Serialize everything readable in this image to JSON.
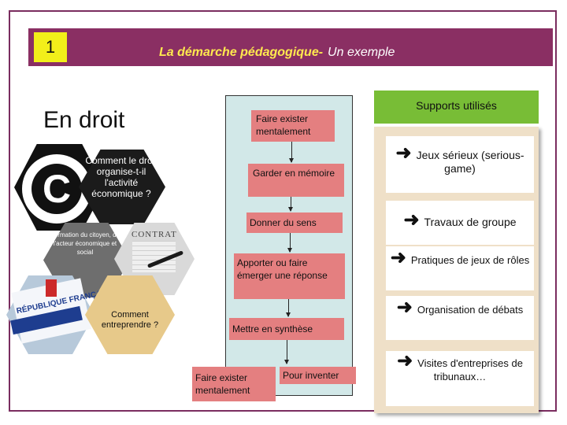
{
  "slide": {
    "number": "1",
    "title": "La démarche pédagogique-",
    "title_sub": "Un exemple",
    "subject": "En droit"
  },
  "hexagons": {
    "q1": "Comment le droit organise-t-il l'activité économique ?",
    "q2": "Formation du citoyen, de l'acteur économique et social",
    "q3": "Comment entreprendre ?",
    "contrat_label": "CONTRAT",
    "rf_label": "RÉPUBLIQUE FRANÇAISE",
    "logo_glyph": "C"
  },
  "steps": [
    "Faire exister mentalement",
    "Garder en mémoire",
    "Donner du sens",
    "Apporter ou faire émerger une réponse",
    "Mettre en synthèse",
    "Faire exister mentalement",
    "Pour inventer"
  ],
  "supports": {
    "header": "Supports utilisés",
    "arrow_glyph": "➜",
    "items": [
      "Jeux sérieux (serious-game)",
      "Travaux de groupe",
      "Pratiques de jeux de rôles",
      "Organisation de débats",
      "Visites d'entreprises de tribunaux…"
    ]
  },
  "colors": {
    "header": "#8a2f63",
    "title": "#ffe94e",
    "number_box": "#f2ef1a",
    "step_box": "#e47f80",
    "column": "#d2e8e8",
    "supports_header": "#78bd36",
    "supports_panel": "#efe0c8"
  }
}
